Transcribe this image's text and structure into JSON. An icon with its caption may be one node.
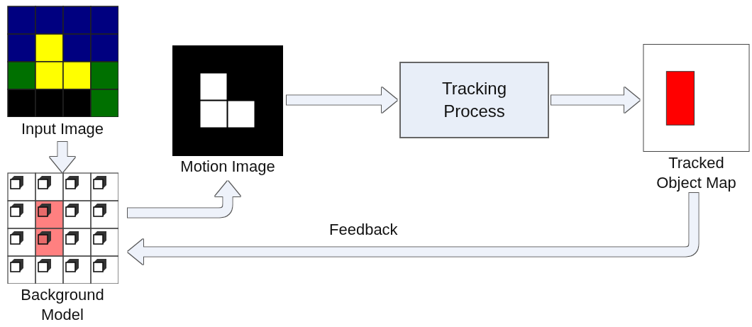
{
  "diagram": {
    "nodes": [
      {
        "text": [
          "Input Image"
        ]
      },
      {
        "text": [
          "Background Model"
        ]
      },
      {
        "text": [
          "Motion Image"
        ]
      },
      {
        "text": [
          "Tracking Process"
        ]
      },
      {
        "text": [
          "Tracked Object Map"
        ]
      }
    ],
    "edges": [
      {
        "from": 0,
        "to": 1,
        "arrow": "to"
      },
      {
        "from": 1,
        "to": 2,
        "arrow": "to"
      },
      {
        "from": 2,
        "to": 3,
        "arrow": "to"
      },
      {
        "from": 3,
        "to": 4,
        "arrow": "to"
      },
      {
        "from": 4,
        "to": 1,
        "arrow": "to",
        "label": "Feedback"
      }
    ]
  }
}
